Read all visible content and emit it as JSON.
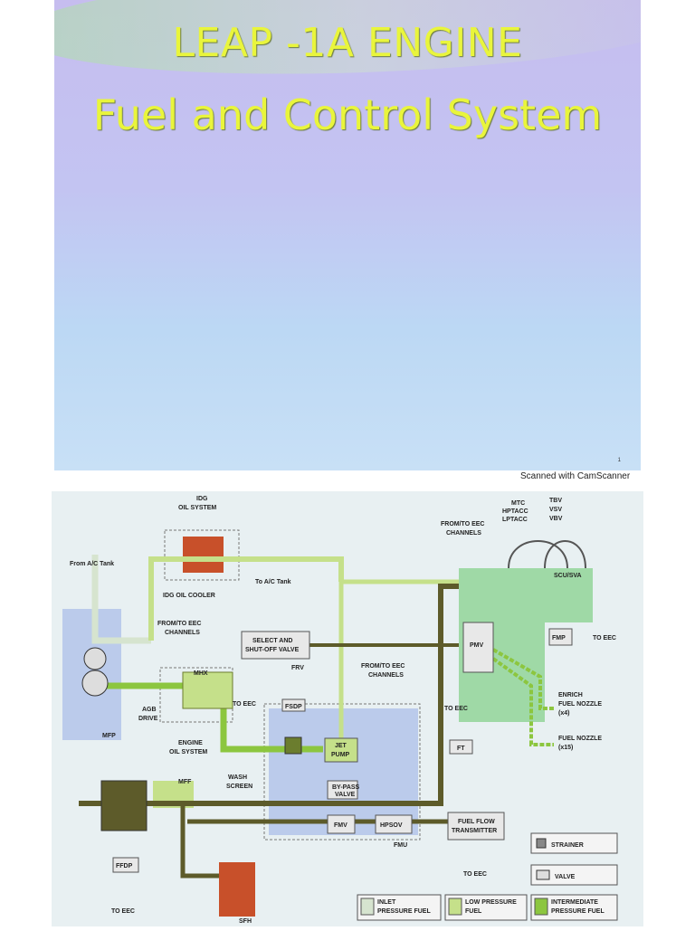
{
  "slide": {
    "title_line1": "LEAP -1A ENGINE",
    "title_line2": "Fuel and Control System",
    "page_number": "1"
  },
  "scan_watermark": "Scanned with CamScanner",
  "diagram": {
    "labels": {
      "idg_oil_system_1": "IDG",
      "idg_oil_system_2": "OIL SYSTEM",
      "from_ac_tank": "From A/C Tank",
      "idg_oil_cooler": "IDG OIL COOLER",
      "to_ac_tank": "To A/C Tank",
      "from_to_eec_channels_top_1": "FROM/TO EEC",
      "from_to_eec_channels_top_2": "CHANNELS",
      "mtc": "MTC",
      "hptacc": "HPTACC",
      "lptacc": "LPTACC",
      "tbv": "TBV",
      "vsv": "VSV",
      "vbv": "VBV",
      "scu_sva": "SCU/SVA",
      "from_to_eec_channels_left_1": "FROM/TO EEC",
      "from_to_eec_channels_left_2": "CHANNELS",
      "select_shutoff_1": "SELECT AND",
      "select_shutoff_2": "SHUT-OFF VALVE",
      "frv": "FRV",
      "mhx": "MHX",
      "from_to_eec_channels_mid_1": "FROM/TO EEC",
      "from_to_eec_channels_mid_2": "CHANNELS",
      "agb_drive_1": "AGB",
      "agb_drive_2": "DRIVE",
      "to_eec_fsdp": "TO EEC",
      "fsdp": "FSDP",
      "mfp": "MFP",
      "engine_oil_system_1": "ENGINE",
      "engine_oil_system_2": "OIL SYSTEM",
      "jet_pump_1": "JET",
      "jet_pump_2": "PUMP",
      "pmv": "PMV",
      "fmp": "FMP",
      "to_eec_fmp": "TO EEC",
      "enrich_fuel_nozzle_1": "ENRICH",
      "enrich_fuel_nozzle_2": "FUEL NOZZLE",
      "enrich_fuel_nozzle_3": "(x4)",
      "fuel_nozzle_1": "FUEL NOZZLE",
      "fuel_nozzle_2": "(x15)",
      "to_eec_ft": "TO EEC",
      "ft": "FT",
      "mff": "MFF",
      "wash_screen_1": "WASH",
      "wash_screen_2": "SCREEN",
      "bypass_valve_1": "BY-PASS",
      "bypass_valve_2": "VALVE",
      "fmv": "FMV",
      "hpsov": "HPSOV",
      "fmu": "FMU",
      "fuel_flow_transmitter_1": "FUEL FLOW",
      "fuel_flow_transmitter_2": "TRANSMITTER",
      "ffdp": "FFDP",
      "to_eec_ffdp": "TO EEC",
      "to_eec_fft": "TO EEC",
      "sfh": "SFH"
    },
    "legend": {
      "strainer": "STRAINER",
      "valve": "VALVE",
      "inlet_1": "INLET",
      "inlet_2": "PRESSURE FUEL",
      "low_1": "LOW PRESSURE",
      "low_2": "FUEL",
      "intermediate_1": "INTERMEDIATE",
      "intermediate_2": "PRESSURE FUEL"
    },
    "colors": {
      "inlet_pressure_fuel": "#d6e4cf",
      "low_pressure_fuel": "#c5e08a",
      "intermediate_pressure_fuel": "#8cc63f",
      "high_pressure_fuel": "#5d5b2a",
      "scu_block": "#9fd9a6",
      "oil": "#c8502a",
      "fmu_region": "#b3c4ea"
    }
  }
}
